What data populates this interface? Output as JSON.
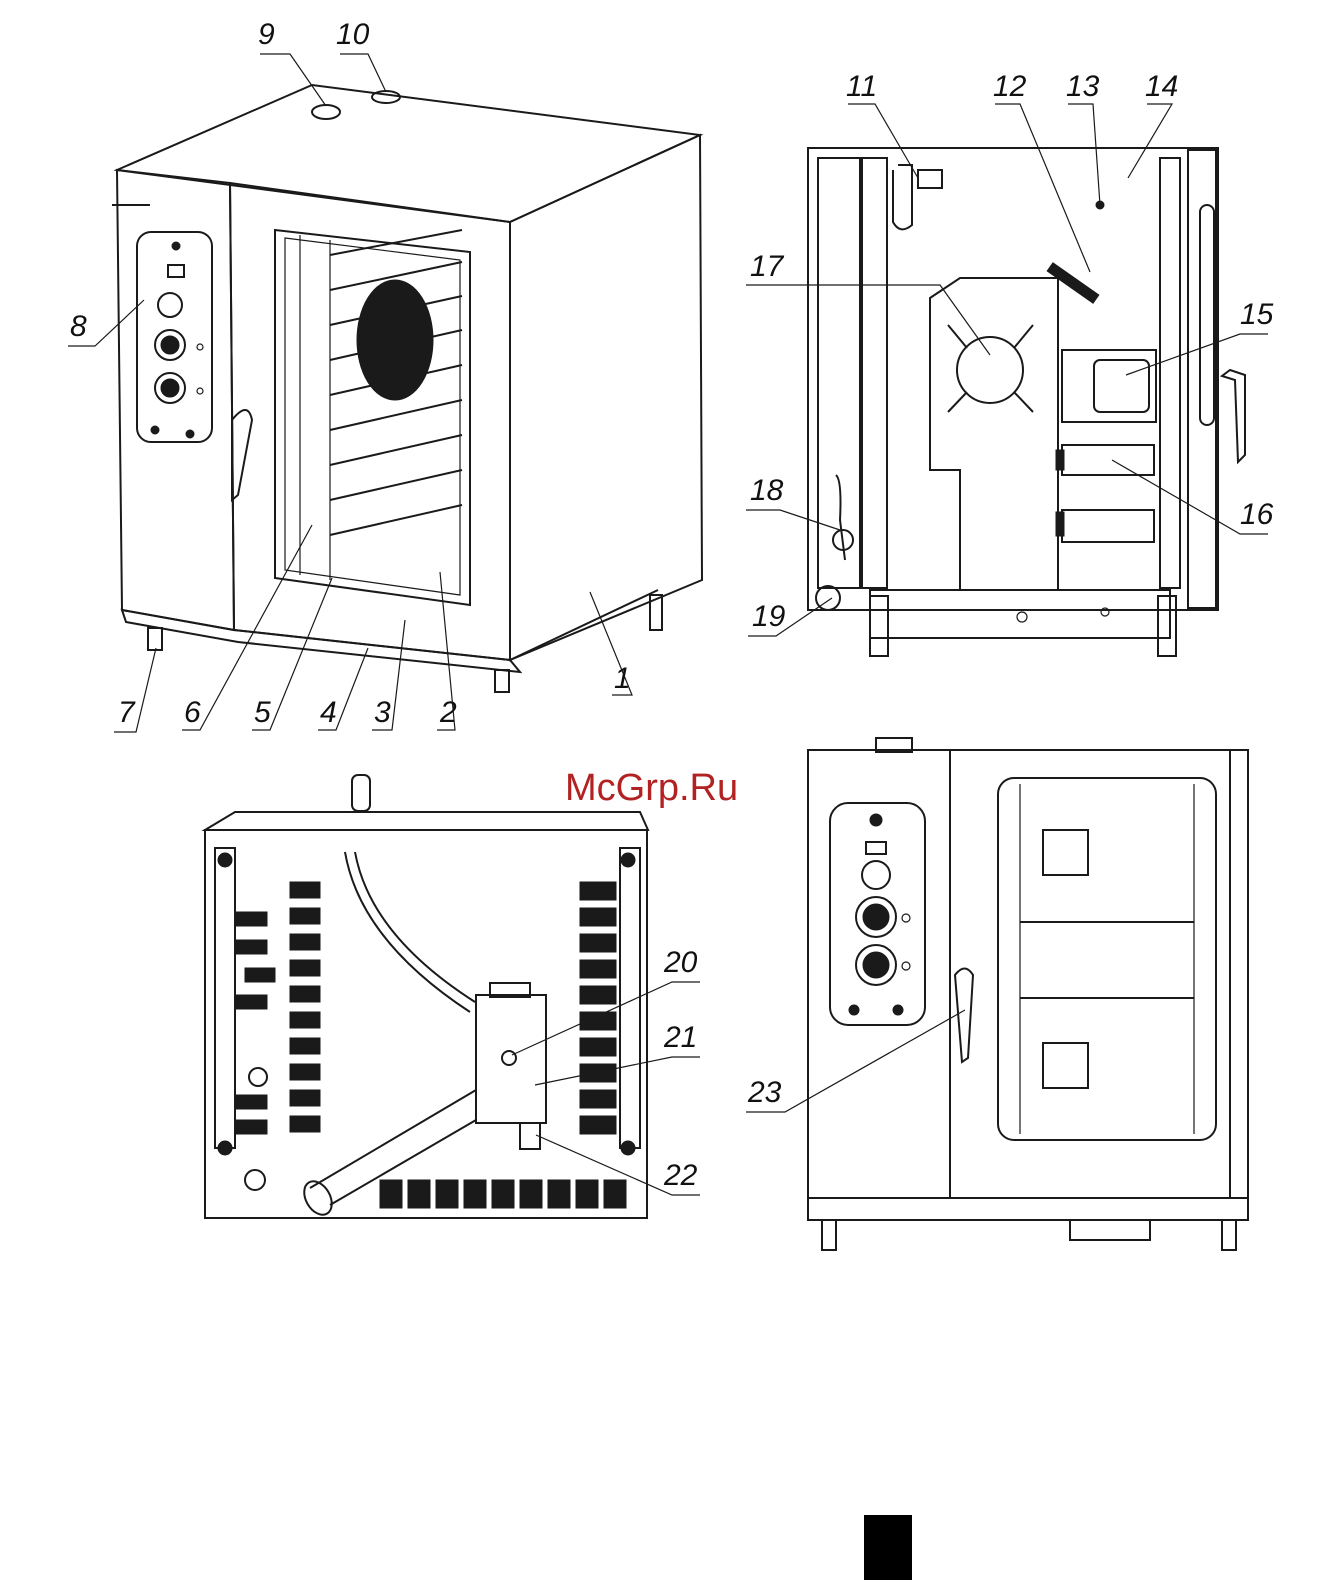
{
  "watermark": "McGrp.Ru",
  "callouts": {
    "c1": "1",
    "c2": "2",
    "c3": "3",
    "c4": "4",
    "c5": "5",
    "c6": "6",
    "c7": "7",
    "c8": "8",
    "c9": "9",
    "c10": "10",
    "c11": "11",
    "c12": "12",
    "c13": "13",
    "c14": "14",
    "c15": "15",
    "c16": "16",
    "c17": "17",
    "c18": "18",
    "c19": "19",
    "c20": "20",
    "c21": "21",
    "c22": "22",
    "c23": "23"
  }
}
